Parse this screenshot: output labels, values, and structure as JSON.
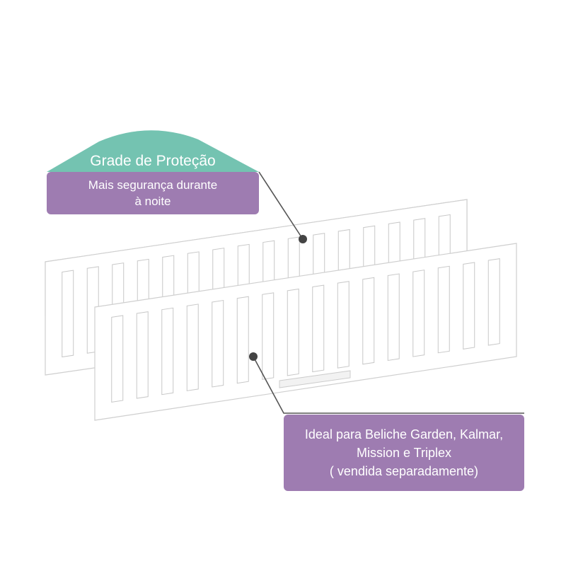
{
  "colors": {
    "teal": "#74c3b1",
    "purple": "#9e7cb1",
    "leader_line": "#555555",
    "dot": "#444444",
    "rail_white": "#ffffff",
    "rail_stroke": "#cfcfcf"
  },
  "callout_top": {
    "title": "Grade de Proteção",
    "subtitle_line1": "Mais segurança durante",
    "subtitle_line2": "à noite"
  },
  "callout_bottom": {
    "line1": "Ideal para Beliche Garden, Kalmar,",
    "line2": "Mission e Triplex",
    "line3": "( vendida separadamente)"
  },
  "illustration": {
    "subject": "two-white-slatted-guard-rails"
  }
}
